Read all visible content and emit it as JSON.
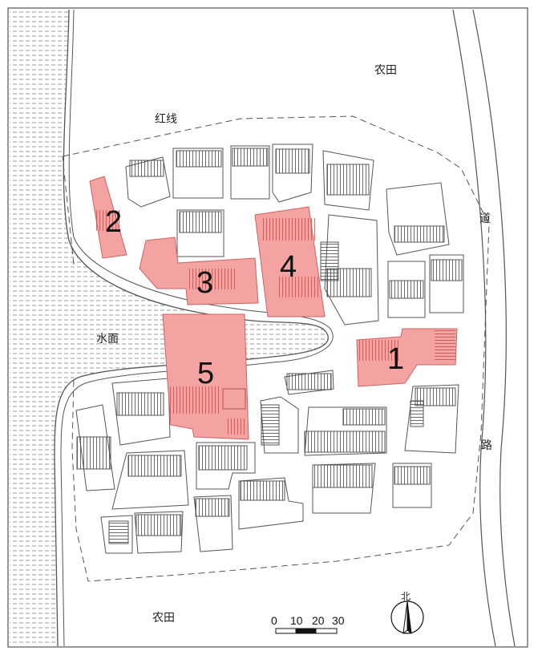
{
  "labels": {
    "farmland_north": "农田",
    "farmland_south": "农田",
    "red_line": "红线",
    "water_surface": "水面",
    "road_char_1": "道",
    "road_char_2": "路",
    "north": "北"
  },
  "highlighted_plots": [
    {
      "id": "1",
      "label": "1"
    },
    {
      "id": "2",
      "label": "2"
    },
    {
      "id": "3",
      "label": "3"
    },
    {
      "id": "4",
      "label": "4"
    },
    {
      "id": "5",
      "label": "5"
    }
  ],
  "scale_bar": {
    "ticks": [
      "0",
      "10",
      "20",
      "30"
    ]
  },
  "colors": {
    "highlight_fill": "#f4a3a3",
    "highlight_stroke": "#d06060",
    "outline": "#555555",
    "hatch": "#444444",
    "water_lines": "#9a9a9a",
    "red_line": "#555555"
  },
  "icons": {
    "north_arrow": "north-arrow-icon"
  }
}
